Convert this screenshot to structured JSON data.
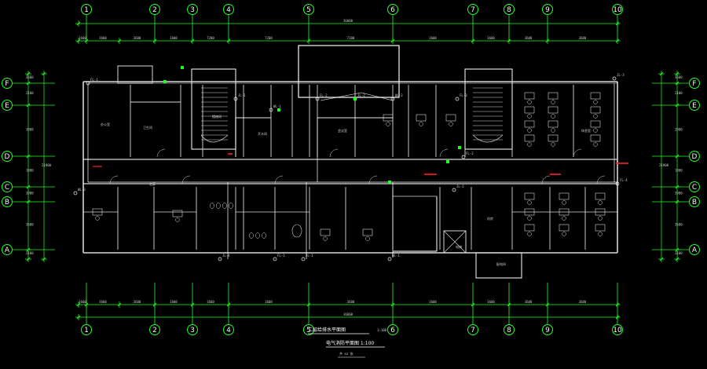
{
  "drawing": {
    "title_line1": "二层给排水平面图",
    "title_line2": "电气消防平面图 1:100",
    "scale_note": "1:100",
    "subnote": "共 xx 张"
  },
  "grid": {
    "columns": [
      "1",
      "2",
      "3",
      "4",
      "5",
      "6",
      "7",
      "8",
      "9",
      "10"
    ],
    "rows": [
      "F",
      "E",
      "D",
      "C",
      "B",
      "A"
    ]
  },
  "dimension_labels": {
    "top": [
      "3600",
      "3600",
      "3600",
      "3600",
      "7200",
      "7200",
      "7200",
      "3600",
      "3600",
      "3600",
      "3600"
    ],
    "bottom": [
      "3600",
      "3600",
      "3600",
      "3600",
      "3600",
      "3600",
      "3600",
      "3600",
      "3600",
      "3600",
      "3600"
    ],
    "left": [
      "3600",
      "2100",
      "3900",
      "1800",
      "3900"
    ],
    "right": [
      "3600",
      "2100",
      "3900",
      "1800",
      "3900"
    ]
  },
  "room_labels": [
    "办公室",
    "卫生间",
    "楼梯间",
    "开水间",
    "会议室",
    "走廊",
    "机房",
    "电梯",
    "配电间",
    "休息室"
  ],
  "riser_tags": [
    "FL-1",
    "JL-1",
    "WL-1",
    "FL-2",
    "JL-2",
    "WL-2",
    "FL-3",
    "JL-3",
    "FL-4",
    "WL-3",
    "JL-4"
  ],
  "colors": {
    "background": "#000000",
    "walls": "#d8d8d8",
    "grid_axis": "#22ff22",
    "pipe_water": "#ffffff",
    "fire_pipe": "#ff2020",
    "text": "#ffffff"
  }
}
